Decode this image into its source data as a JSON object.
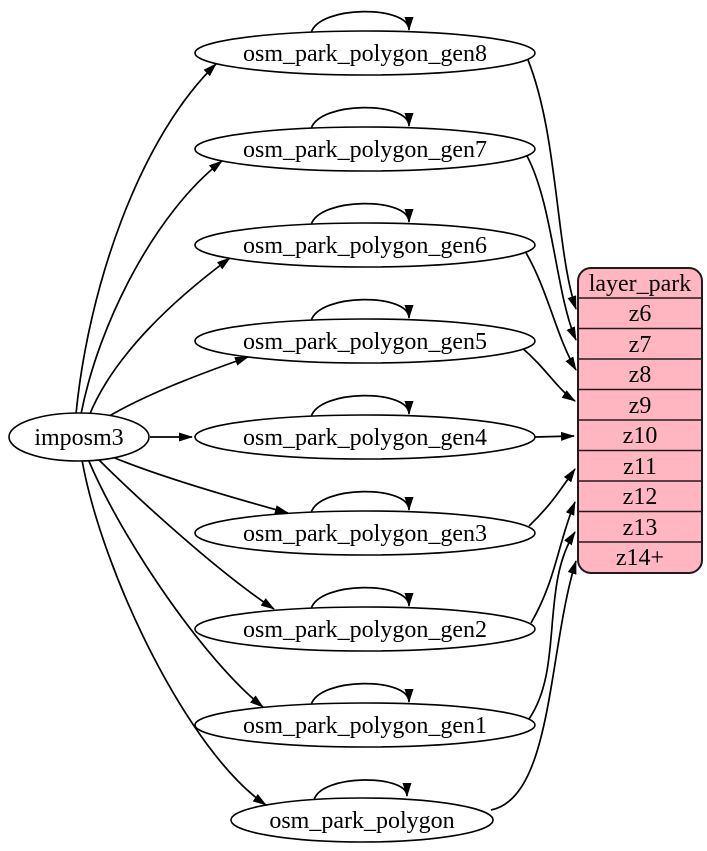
{
  "diagram": {
    "source_node": {
      "label": "imposm3"
    },
    "nodes": [
      {
        "label": "osm_park_polygon_gen8"
      },
      {
        "label": "osm_park_polygon_gen7"
      },
      {
        "label": "osm_park_polygon_gen6"
      },
      {
        "label": "osm_park_polygon_gen5"
      },
      {
        "label": "osm_park_polygon_gen4"
      },
      {
        "label": "osm_park_polygon_gen3"
      },
      {
        "label": "osm_park_polygon_gen2"
      },
      {
        "label": "osm_park_polygon_gen1"
      },
      {
        "label": "osm_park_polygon"
      }
    ],
    "layer_table": {
      "title": "layer_park",
      "rows": [
        "z6",
        "z7",
        "z8",
        "z9",
        "z10",
        "z11",
        "z12",
        "z13",
        "z14+"
      ],
      "fill": "#ffb6c1",
      "stroke": "#201a1b"
    },
    "colors": {
      "background": "#ffffff",
      "edge": "#000000",
      "node_fill": "#ffffff",
      "text": "#000000"
    },
    "edges": {
      "from_source": [
        "osm_park_polygon_gen8",
        "osm_park_polygon_gen7",
        "osm_park_polygon_gen6",
        "osm_park_polygon_gen5",
        "osm_park_polygon_gen4",
        "osm_park_polygon_gen3",
        "osm_park_polygon_gen2",
        "osm_park_polygon_gen1",
        "osm_park_polygon"
      ],
      "self_loops": [
        "osm_park_polygon_gen8",
        "osm_park_polygon_gen7",
        "osm_park_polygon_gen6",
        "osm_park_polygon_gen5",
        "osm_park_polygon_gen4",
        "osm_park_polygon_gen3",
        "osm_park_polygon_gen2",
        "osm_park_polygon_gen1",
        "osm_park_polygon"
      ],
      "to_layer_rows": [
        {
          "from": "osm_park_polygon_gen8",
          "row": "z6"
        },
        {
          "from": "osm_park_polygon_gen7",
          "row": "z7"
        },
        {
          "from": "osm_park_polygon_gen6",
          "row": "z8"
        },
        {
          "from": "osm_park_polygon_gen5",
          "row": "z9"
        },
        {
          "from": "osm_park_polygon_gen4",
          "row": "z10"
        },
        {
          "from": "osm_park_polygon_gen3",
          "row": "z11"
        },
        {
          "from": "osm_park_polygon_gen2",
          "row": "z12"
        },
        {
          "from": "osm_park_polygon_gen1",
          "row": "z13"
        },
        {
          "from": "osm_park_polygon",
          "row": "z14+"
        }
      ]
    }
  }
}
